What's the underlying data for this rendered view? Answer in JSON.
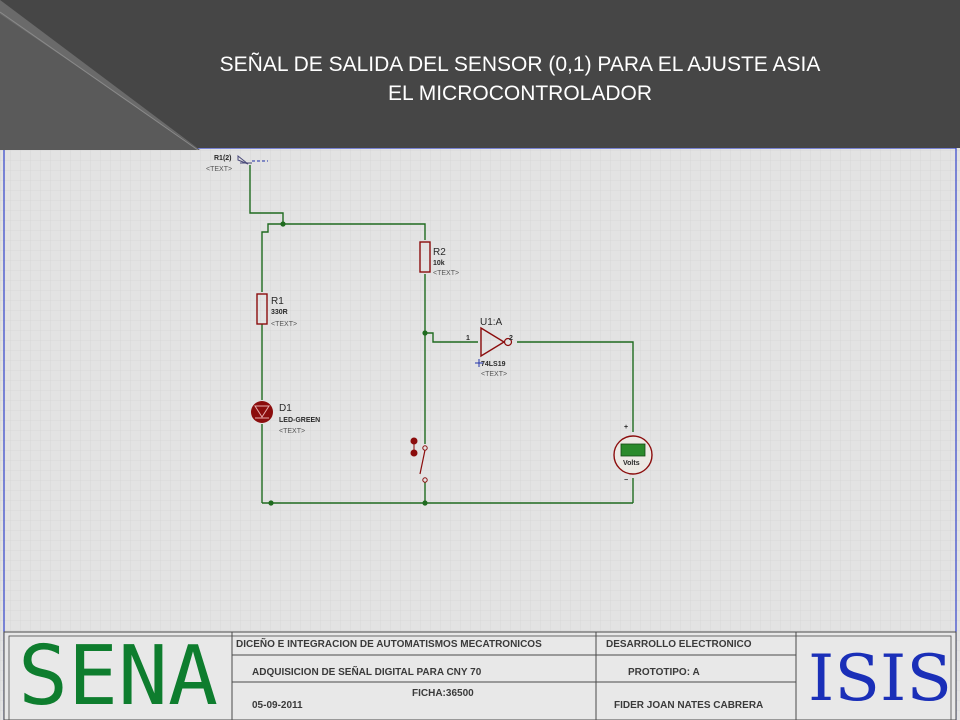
{
  "slide": {
    "title_line1": "SEÑAL DE SALIDA DEL SENSOR (0,1) PARA EL AJUSTE ASIA",
    "title_line2": "EL MICROCONTROLADOR"
  },
  "schematic": {
    "terminal": {
      "label": "R1(2)",
      "text": "<TEXT>"
    },
    "r1": {
      "ref": "R1",
      "value": "330R",
      "text": "<TEXT>"
    },
    "r2": {
      "ref": "R2",
      "value": "10k",
      "text": "<TEXT>"
    },
    "d1": {
      "ref": "D1",
      "value": "LED-GREEN",
      "text": "<TEXT>"
    },
    "u1": {
      "ref": "U1:A",
      "part": "74LS19",
      "pin1": "1",
      "pin2": "2",
      "text": "<TEXT>"
    },
    "voltmeter": {
      "unit": "Volts",
      "plus": "+",
      "minus": "−"
    }
  },
  "title_block": {
    "logo_left": "SENA",
    "logo_right": "ISIS",
    "project": "DICEÑO E INTEGRACION DE AUTOMATISMOS MECATRONICOS",
    "area": "DESARROLLO ELECTRONICO",
    "subject": "ADQUISICION DE SEÑAL DIGITAL PARA CNY 70",
    "prototype": "PROTOTIPO: A",
    "ficha": "FICHA:36500",
    "date": "05-09-2011",
    "author": "FIDER JOAN NATES CABRERA"
  },
  "colors": {
    "wire": "#1f6b1f",
    "grid_bg": "#e3e3e3",
    "component": "#8b0d0d",
    "border": "#3344cc"
  }
}
